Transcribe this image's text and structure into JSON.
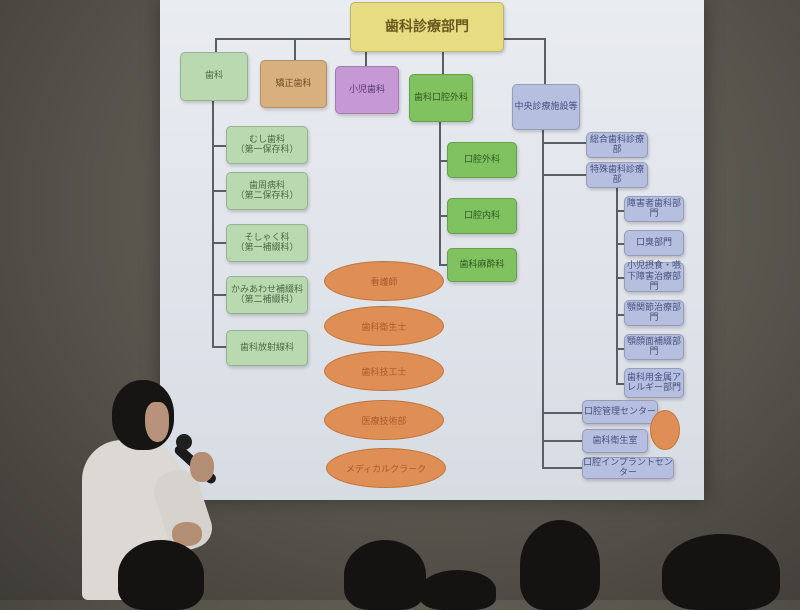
{
  "slide": {
    "title": "歯科診療部門",
    "depts": {
      "shika": "歯科",
      "kyosei": "矯正歯科",
      "shoni": "小児歯科",
      "koku_geka": "歯科口腔外科",
      "chuo": "中央診療施設等"
    },
    "shika_children": [
      "むし歯科\n（第一保存科）",
      "歯周病科\n（第二保存科）",
      "そしゃく科\n（第一補綴科）",
      "かみあわせ補綴科\n（第二補綴科）",
      "歯科放射線科"
    ],
    "geka_children": [
      "口腔外科",
      "口腔内科",
      "歯科麻酔科"
    ],
    "chuo_children": [
      "総合歯科診療部",
      "特殊歯科診療部"
    ],
    "tokushu_children": [
      "障害者歯科部門",
      "口臭部門",
      "小児摂食・嚥下障害治療部門",
      "顎関節治療部門",
      "顎顔面補綴部門",
      "歯科用金属アレルギー部門"
    ],
    "center_children": [
      "口腔管理センター",
      "歯科衛生室",
      "口腔インプラントセンター"
    ],
    "staff_ovals": [
      "看護師",
      "歯科衛生士",
      "歯科技工士",
      "医療技術部",
      "メディカルクラーク"
    ]
  }
}
